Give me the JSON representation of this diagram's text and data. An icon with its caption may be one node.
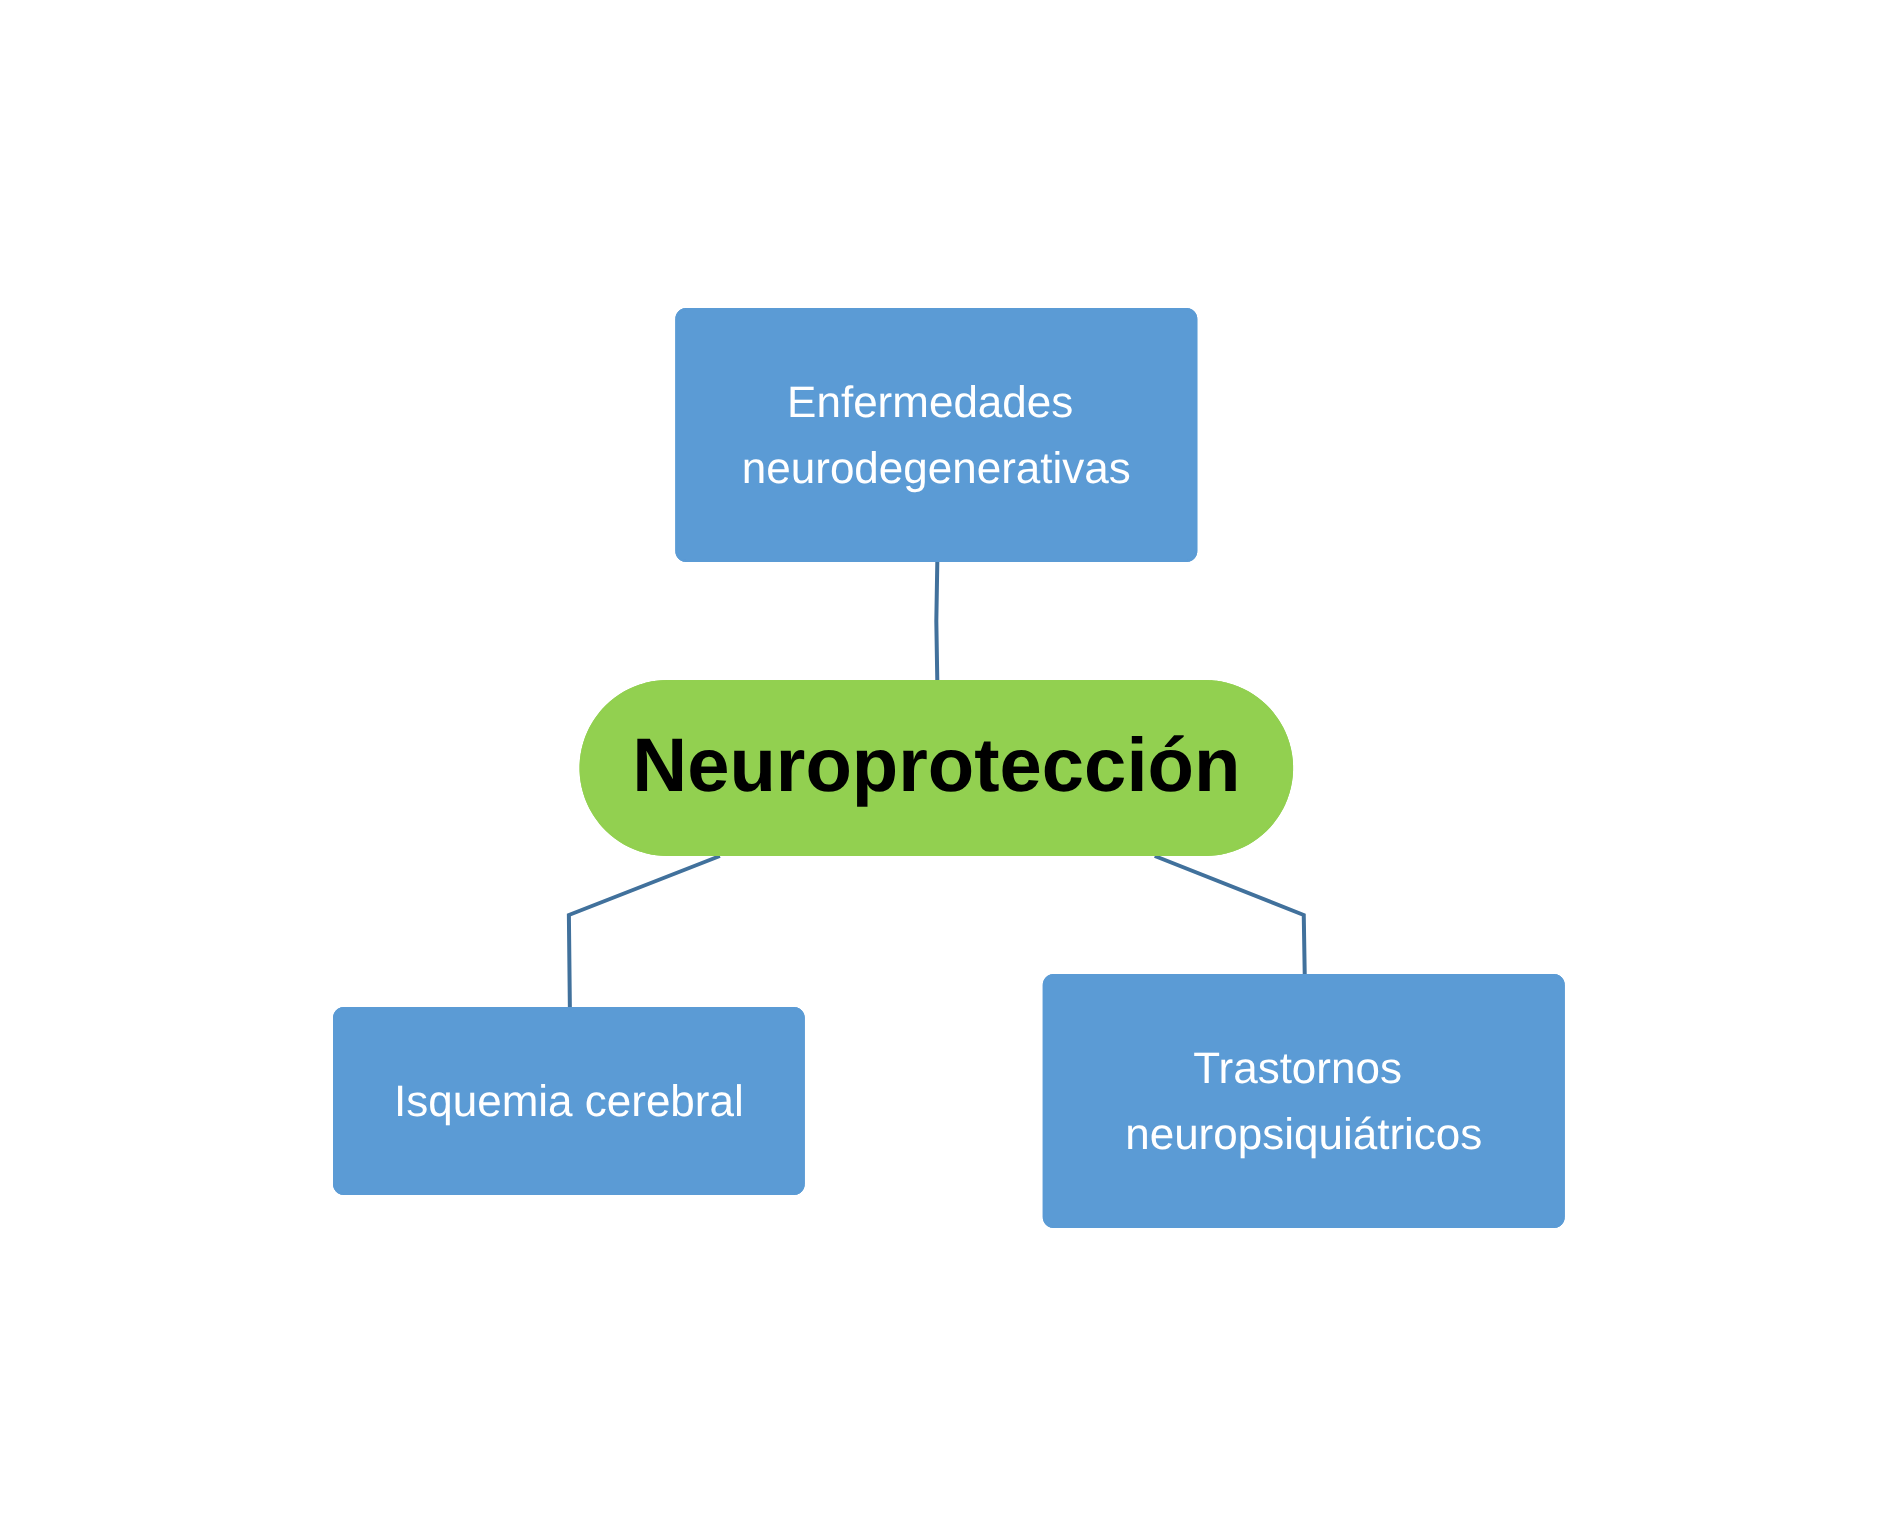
{
  "diagram": {
    "nodes": [
      {
        "text": [
          "Enfermedades neurodegenerativas"
        ]
      },
      {
        "text": [
          "Neuroprotección"
        ]
      },
      {
        "text": [
          "Isquemia cerebral"
        ]
      },
      {
        "text": [
          "Trastornos neuropsiquiátricos"
        ]
      }
    ],
    "edges": [
      {
        "from": 0,
        "to": 1,
        "arrow": "none"
      },
      {
        "from": 1,
        "to": 2,
        "arrow": "none"
      },
      {
        "from": 1,
        "to": 3,
        "arrow": "none"
      }
    ]
  }
}
